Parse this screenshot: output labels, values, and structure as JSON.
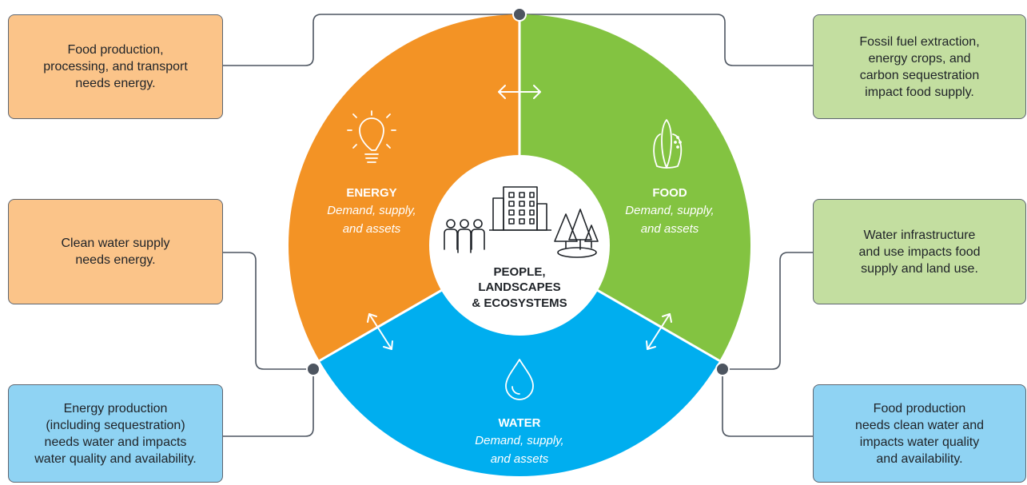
{
  "colors": {
    "energy": "#f39325",
    "food": "#83c341",
    "water": "#00aeef",
    "connector": "#4d5560"
  },
  "segments": {
    "energy": {
      "title": "ENERGY",
      "line1": "Demand, supply,",
      "line2": "and assets",
      "icon": "lightbulb-icon"
    },
    "food": {
      "title": "FOOD",
      "line1": "Demand, supply,",
      "line2": "and assets",
      "icon": "corn-icon"
    },
    "water": {
      "title": "WATER",
      "line1": "Demand, supply,",
      "line2": "and assets",
      "icon": "water-drop-icon"
    }
  },
  "center": {
    "line1": "PEOPLE,",
    "line2": "LANDSCAPES",
    "line3": "& ECOSYSTEMS",
    "icons": [
      "people-icon",
      "buildings-icon",
      "trees-icon"
    ]
  },
  "boxes": {
    "top_left": "Food production,\nprocessing, and transport\nneeds energy.",
    "top_right": "Fossil fuel extraction,\nenergy crops, and\ncarbon sequestration\nimpact food supply.",
    "middle_left": "Clean water supply\nneeds energy.",
    "middle_right": "Water infrastructure\nand use impacts food\nsupply and land use.",
    "bottom_left": "Energy production\n(including sequestration)\nneeds water and impacts\nwater quality and availability.",
    "bottom_right": "Food production\nneeds clean water and\nimpacts water quality\nand availability."
  }
}
